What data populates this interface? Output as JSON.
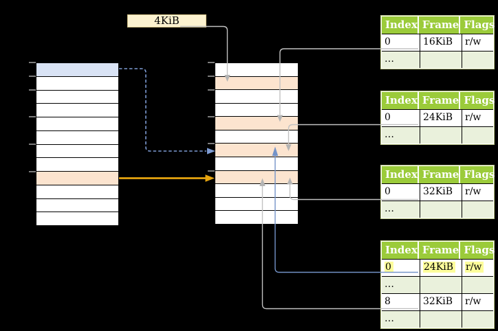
{
  "frame_size_label": "4KiB",
  "left_table": {
    "row_count": 12,
    "blue_row_index": 0,
    "peach_row_index": 8
  },
  "middle_table": {
    "row_count": 12,
    "peach_row_indexes": [
      1,
      4,
      6,
      8
    ]
  },
  "page_tables": [
    {
      "headers": [
        "Index",
        "Frame",
        "Flags"
      ],
      "rows": [
        {
          "index": "0",
          "frame": "16KiB",
          "flags": "r/w"
        },
        {
          "index": "…",
          "frame": "",
          "flags": ""
        }
      ]
    },
    {
      "headers": [
        "Index",
        "Frame",
        "Flags"
      ],
      "rows": [
        {
          "index": "0",
          "frame": "24KiB",
          "flags": "r/w"
        },
        {
          "index": "…",
          "frame": "",
          "flags": ""
        }
      ]
    },
    {
      "headers": [
        "Index",
        "Frame",
        "Flags"
      ],
      "rows": [
        {
          "index": "0",
          "frame": "32KiB",
          "flags": "r/w"
        },
        {
          "index": "…",
          "frame": "",
          "flags": ""
        }
      ]
    },
    {
      "headers": [
        "Index",
        "Frame",
        "Flags"
      ],
      "rows": [
        {
          "index": "0",
          "frame": "24KiB",
          "flags": "r/w",
          "highlighted": true
        },
        {
          "index": "…",
          "frame": "",
          "flags": ""
        },
        {
          "index": "8",
          "frame": "32KiB",
          "flags": "r/w"
        },
        {
          "index": "…",
          "frame": "",
          "flags": ""
        }
      ]
    }
  ],
  "colors": {
    "background": "#000000",
    "header_green": "#9bcb3a",
    "row_light_green": "#eaf1dc",
    "table_outer_border": "#b9c583",
    "peach_highlight": "#fce4cf",
    "blue_highlight": "#d9e3f5",
    "label_cream": "#fcf2d0",
    "yellow_text_highlight": "#fdfd9b",
    "gray_arrow": "#bfbfbf",
    "blue_arrow": "#7493c8",
    "dashed_blue_arrow": "#7e9cd4",
    "orange_arrow": "#e7a50f"
  }
}
